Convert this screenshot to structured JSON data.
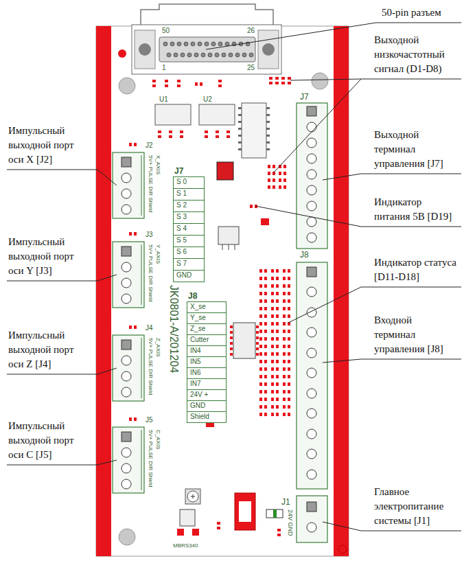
{
  "diagram": {
    "nodes": [
      {
        "text": [
          "J7",
          "S 0",
          "S 1",
          "S 2",
          "S 3",
          "S 4",
          "S 5",
          "S 6",
          "S 7",
          "GND"
        ]
      },
      {
        "text": [
          "J8",
          "X_se",
          "Y_se",
          "Z_se",
          "Cutter",
          "IN4",
          "IN5",
          "IN6",
          "IN7",
          "24V +",
          "GND",
          "Shield"
        ]
      }
    ],
    "labels": [
      "50-pin разъем",
      "Выходной низкочастотный сигнал (D1-D8)",
      "Выходной терминал управления [J7]",
      "Индикатор питания 5В [D19]",
      "Индикатор статуса [D11-D18]",
      "Входной терминал управления [J8]",
      "Главное электропитание системы [J1]",
      "Импульсный выходной порт оси X [J2]",
      "Импульсный выходной порт оси Y [J3]",
      "Импульсный выходной порт оси Z [J4]",
      "Импульсный выходной порт оси C [J5]",
      "50",
      "26",
      "1",
      "25",
      "J7",
      "J8",
      "J1",
      "24V GND",
      "JK0801-A/201204",
      "5V+ PULSE DIR Shield",
      "5V+ PULSE DIR Shield",
      "5V+ PULSE DIR Shield",
      "5V+ PULSE DIR Shield",
      "X_AXIS",
      "Y_AXIS",
      "Z_AXIS",
      "C_AXIS",
      "J2",
      "J3",
      "J4",
      "J5",
      "U1",
      "U2",
      "MBRS340"
    ]
  }
}
